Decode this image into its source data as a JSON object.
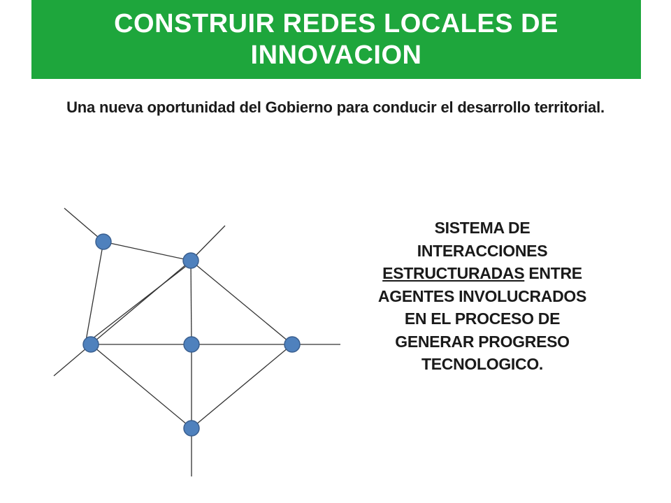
{
  "header": {
    "title": "CONSTRUIR REDES LOCALES DE INNOVACION",
    "banner_color": "#1EA63C",
    "text_color": "#FFFFFF"
  },
  "subtitle": "Una nueva oportunidad del Gobierno para conducir el desarrollo territorial.",
  "description": {
    "line1": "SISTEMA DE",
    "line2": "INTERACCIONES",
    "line3_underlined": "ESTRUCTURADAS",
    "line3_rest": " ENTRE",
    "line4": "AGENTES INVOLUCRADOS",
    "line5": "EN EL PROCESO DE",
    "line6": "GENERAR PROGRESO",
    "line7": "TECNOLOGICO."
  },
  "network": {
    "node_fill": "#4F81BD",
    "node_stroke": "#3A5F8F",
    "edge_color": "#333333",
    "nodes": [
      "node-top-left",
      "node-top",
      "node-left",
      "node-center",
      "node-right",
      "node-bottom"
    ]
  }
}
